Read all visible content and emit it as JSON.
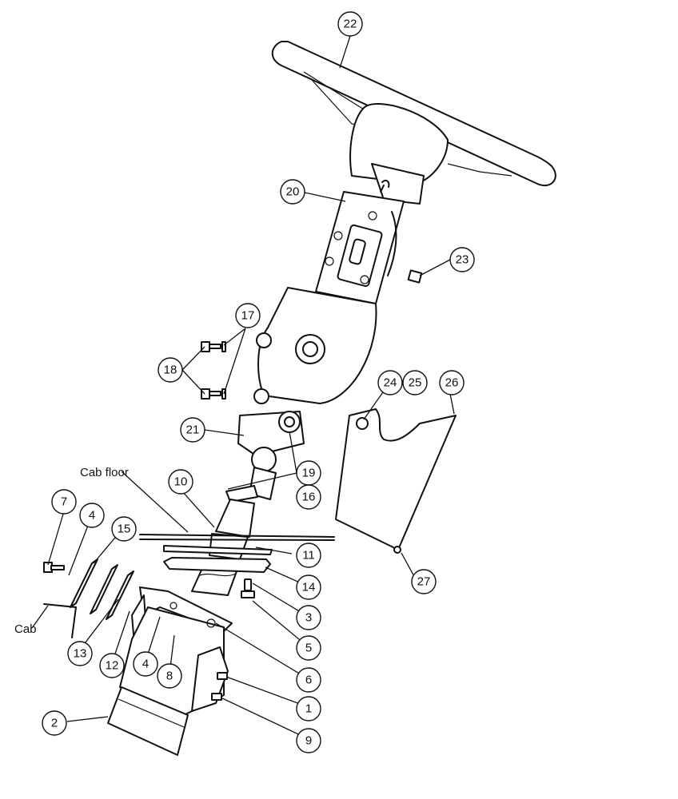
{
  "labels": {
    "cab_floor": "Cab floor",
    "cab": "Cab"
  },
  "callouts": [
    "22",
    "20",
    "23",
    "17",
    "18",
    "21",
    "24",
    "25",
    "26",
    "19",
    "16",
    "10",
    "7",
    "4",
    "15",
    "11",
    "14",
    "3",
    "5",
    "6",
    "13",
    "12",
    "8",
    "1",
    "9",
    "2",
    "27"
  ]
}
